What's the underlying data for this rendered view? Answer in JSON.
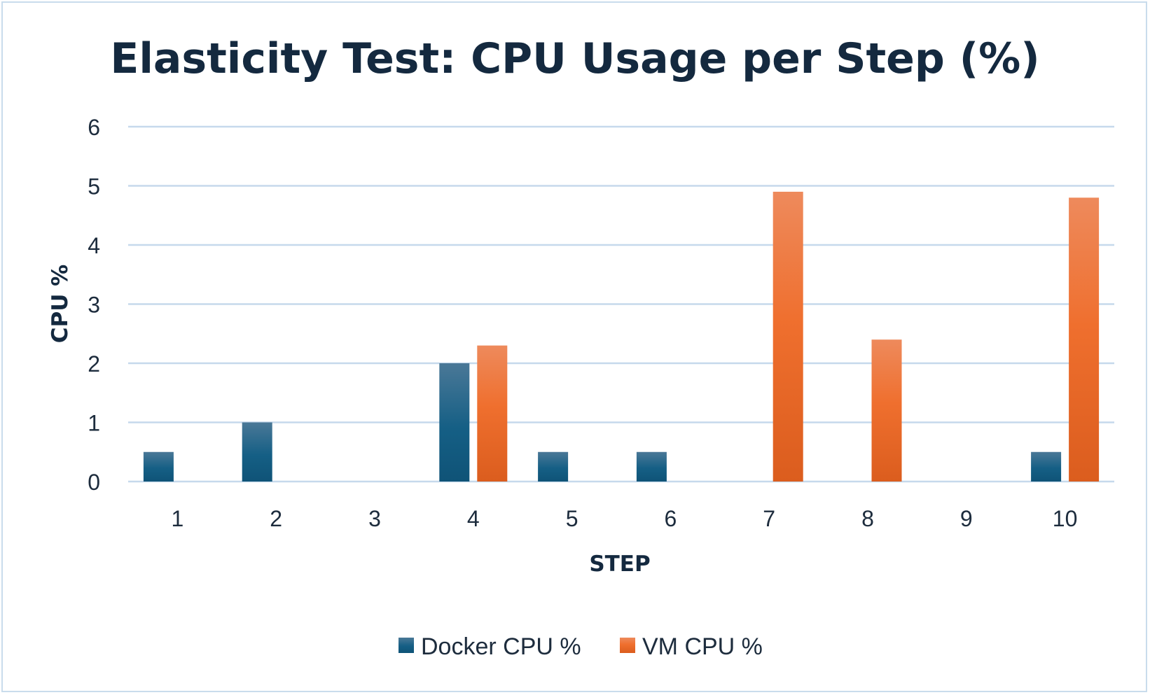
{
  "chart_data": {
    "type": "bar",
    "title": "Elasticity Test: CPU Usage per Step (%)",
    "xlabel": "STEP",
    "ylabel": "CPU %",
    "categories": [
      "1",
      "2",
      "3",
      "4",
      "5",
      "6",
      "7",
      "8",
      "9",
      "10"
    ],
    "ylim": [
      0,
      6
    ],
    "yticks": [
      "0",
      "1",
      "2",
      "3",
      "4",
      "5",
      "6"
    ],
    "grid": true,
    "legend_position": "bottom",
    "series": [
      {
        "name": "Docker CPU %",
        "color": "#135f86",
        "values": [
          0.5,
          1,
          0,
          2,
          0.5,
          0.5,
          0,
          0,
          0,
          0.5
        ]
      },
      {
        "name": "VM CPU %",
        "color": "#ee6a2a",
        "values": [
          0,
          0,
          0,
          2.3,
          0,
          0,
          4.9,
          2.4,
          0,
          4.8
        ]
      }
    ]
  }
}
